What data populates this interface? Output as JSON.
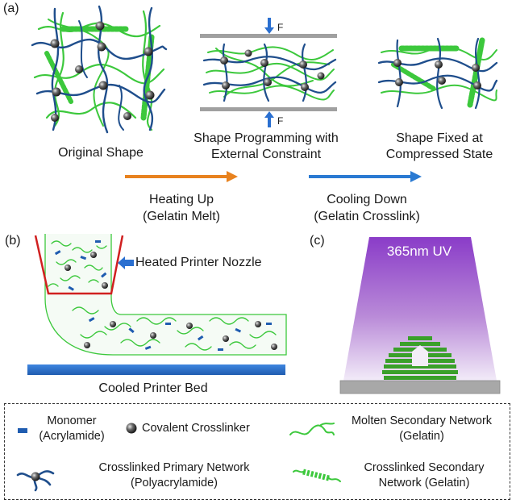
{
  "panel_a": {
    "tag": "(a)",
    "stage1_label": "Original Shape",
    "stage2_label_line1": "Shape Programming with",
    "stage2_label_line2": "External Constraint",
    "stage3_label_line1": "Shape Fixed at",
    "stage3_label_line2": "Compressed State",
    "force_label_top": "F",
    "force_label_bottom": "F",
    "step1_line1": "Heating Up",
    "step1_line2": "(Gelatin Melt)",
    "step2_line1": "Cooling Down",
    "step2_line2": "(Gelatin Crosslink)"
  },
  "panel_b": {
    "tag": "(b)",
    "nozzle_label": "Heated Printer Nozzle",
    "bed_label": "Cooled Printer Bed"
  },
  "panel_c": {
    "tag": "(c)",
    "uv_label": "365nm UV"
  },
  "legend": {
    "monomer_line1": "Monomer",
    "monomer_line2": "(Acrylamide)",
    "crosslinker": "Covalent Crosslinker",
    "molten_line1": "Molten Secondary Network",
    "molten_line2": "(Gelatin)",
    "primary_line1": "Crosslinked Primary Network",
    "primary_line2": "(Polyacrylamide)",
    "secondary_line1": "Crosslinked  Secondary",
    "secondary_line2": "Network (Gelatin)"
  },
  "colors": {
    "primary_network": "#1f4e8c",
    "secondary_network": "#3cc83c",
    "heating_arrow": "#e8821e",
    "cooling_arrow": "#2a7ad2",
    "nozzle_outline": "#d02020",
    "printer_bed": "#2a6fd0",
    "uv_light": "#8a3cc8",
    "printed_part": "#3aa02a",
    "stage_base": "#a8a8a8"
  }
}
